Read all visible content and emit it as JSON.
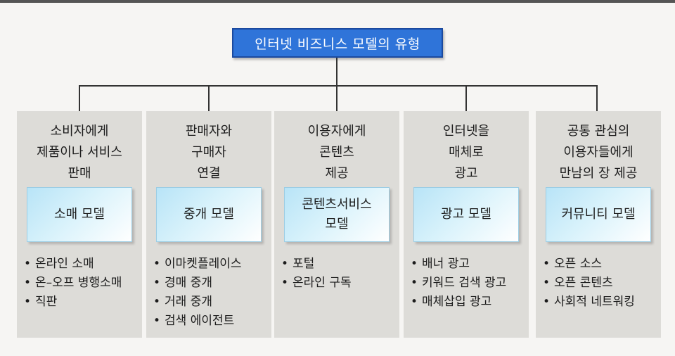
{
  "title": "인터넷 비즈니스 모델의 유형",
  "columns": [
    {
      "heading": [
        "소비자에게",
        "제품이나 서비스",
        "판매"
      ],
      "model": [
        "소매 모델"
      ],
      "items": [
        "온라인 소매",
        "온–오프 병행소매",
        "직판"
      ]
    },
    {
      "heading": [
        "판매자와",
        "구매자",
        "연결"
      ],
      "model": [
        "중개 모델"
      ],
      "items": [
        "이마켓플레이스",
        "경매 중개",
        "거래 중개",
        "검색 에이전트"
      ]
    },
    {
      "heading": [
        "이용자에게",
        "콘텐츠",
        "제공"
      ],
      "model": [
        "콘텐츠서비스",
        "모델"
      ],
      "items": [
        "포털",
        "온라인 구독"
      ]
    },
    {
      "heading": [
        "인터넷을",
        "매체로",
        "광고"
      ],
      "model": [
        "광고 모델"
      ],
      "items": [
        "배너 광고",
        "키워드 검색 광고",
        "매체삽입 광고"
      ]
    },
    {
      "heading": [
        "공통 관심의",
        "이용자들에게",
        "만남의 장 제공"
      ],
      "model": [
        "커뮤니티 모델"
      ],
      "items": [
        "오픈 소스",
        "오픈 콘텐츠",
        "사회적 네트워킹"
      ]
    }
  ]
}
